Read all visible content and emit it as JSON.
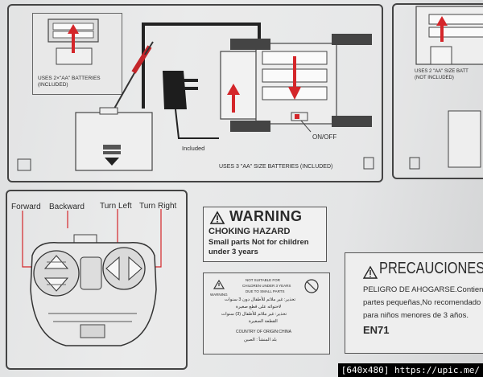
{
  "panel_top": {
    "battery_note_2aa": "USES 2×\"AA\" BATTERIES",
    "battery_note_2aa_sub": "(INCLUDED)",
    "included_label": "Included",
    "on_off_label": "ON/OFF",
    "battery_note_3aa": "USES 3 \"AA\" SIZE BATTERIES  (INCLUDED)",
    "right_note": "USES 2 \"AA\" SIZE BATT",
    "right_note_sub": "(NOT INCLUDED)"
  },
  "controller": {
    "forward": "Forward",
    "backward": "Backward",
    "turn_left": "Turn Left",
    "turn_right": "Turn Right"
  },
  "warning": {
    "title": "WARNING",
    "hazard": "CHOKING HAZARD",
    "line1": "Small parts Not for children",
    "line2": "under 3 years"
  },
  "multilingual": {
    "warning_label": "WARNING",
    "en1": "NOT SUITABLE FOR",
    "en2": "CHILDREN UNDER 3 YEARS",
    "en3": "DUE TO SMALL PARTS",
    "ar1": "تحذير: غير ملائم للأطفال دون 3 سنوات",
    "ar2": "لاحتوائه على قطع صغيرة",
    "ar3": "تحذير: غير ملائم للأطفال (3) سنوات",
    "ar4": "القطعة الصغيرة",
    "origin": "COUNTRY OF ORIGIN:CHINA",
    "origin_ar": "بلد المنشأ : الصين"
  },
  "precauciones": {
    "title": "PRECAUCIONES:",
    "line1": "PELIGRO DE AHOGARSE.Contien",
    "line2": "partes pequeñas,No recomendado",
    "line3": "para niños menores de 3 años.",
    "en71": "EN71"
  },
  "watermark": {
    "size": "[640x480]",
    "url": "https://upic.me/"
  },
  "colors": {
    "accent_red": "#d4262a",
    "ink": "#2b2b2b"
  }
}
